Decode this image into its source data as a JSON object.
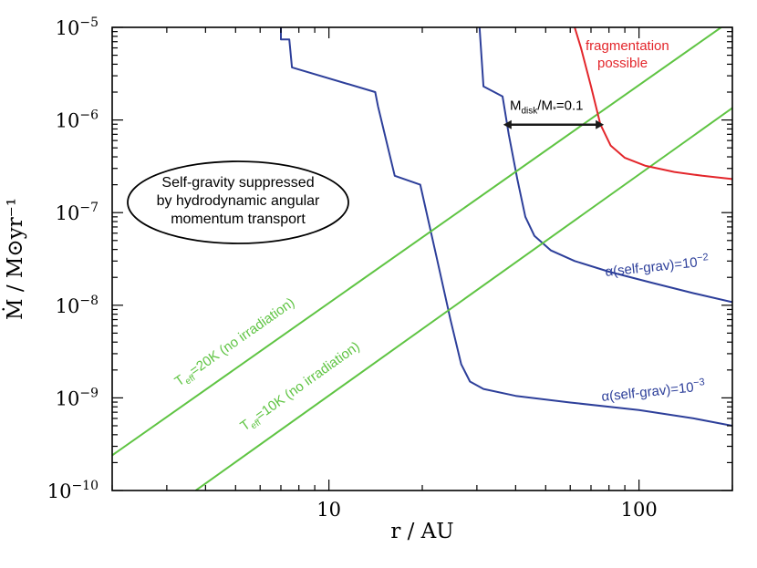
{
  "chart_data": {
    "type": "line",
    "xlabel": "r / AU",
    "ylabel": "Ṁ / M⊙yr⁻¹",
    "xscale": "log",
    "yscale": "log",
    "xlim": [
      2,
      200
    ],
    "ylim": [
      1e-10,
      1e-05
    ],
    "x_ticks": [
      {
        "value": 10,
        "label": "10"
      },
      {
        "value": 100,
        "label": "100"
      }
    ],
    "y_ticks": [
      {
        "value": 1e-05,
        "base": "10",
        "exp": "−5"
      },
      {
        "value": 1e-06,
        "base": "10",
        "exp": "−6"
      },
      {
        "value": 1e-07,
        "base": "10",
        "exp": "−7"
      },
      {
        "value": 1e-08,
        "base": "10",
        "exp": "−8"
      },
      {
        "value": 1e-09,
        "base": "10",
        "exp": "−9"
      },
      {
        "value": 1e-10,
        "base": "10",
        "exp": "−10"
      }
    ],
    "colors": {
      "blue": "#2d3f9a",
      "green": "#5fc443",
      "red": "#e3262b",
      "black": "#1a1a1a"
    },
    "series": [
      {
        "key": "alpha_1e-2",
        "color": "blue",
        "label_main": "α(self-grav)=10",
        "label_exp": "−2",
        "points": [
          [
            30.6,
            1e-05
          ],
          [
            31.5,
            2.3e-06
          ],
          [
            36.3,
            1.8e-06
          ],
          [
            38,
            7e-07
          ],
          [
            40.5,
            2.3e-07
          ],
          [
            43,
            9e-08
          ],
          [
            46,
            5.6e-08
          ],
          [
            52,
            3.9e-08
          ],
          [
            62,
            3e-08
          ],
          [
            80,
            2.3e-08
          ],
          [
            110,
            1.75e-08
          ],
          [
            150,
            1.35e-08
          ],
          [
            200,
            1.08e-08
          ]
        ]
      },
      {
        "key": "alpha_1e-3",
        "color": "blue",
        "label_main": "α(self-grav)=10",
        "label_exp": "−3",
        "points": [
          [
            7.0,
            1e-05
          ],
          [
            7.0,
            7.4e-06
          ],
          [
            7.45,
            7.4e-06
          ],
          [
            7.6,
            3.7e-06
          ],
          [
            14.1,
            2e-06
          ],
          [
            14.4,
            1.4e-06
          ],
          [
            16.3,
            2.5e-07
          ],
          [
            19.7,
            2e-07
          ],
          [
            22.2,
            3.4e-08
          ],
          [
            24.7,
            6.8e-09
          ],
          [
            26.7,
            2.3e-09
          ],
          [
            28.5,
            1.5e-09
          ],
          [
            31.5,
            1.25e-09
          ],
          [
            40,
            1.05e-09
          ],
          [
            60,
            8.9e-10
          ],
          [
            100,
            7.4e-10
          ],
          [
            150,
            6e-10
          ],
          [
            200,
            5e-10
          ]
        ]
      },
      {
        "key": "teff_20K",
        "color": "green",
        "label_main": "T",
        "label_sub": "eff",
        "label_rest": "=20K (no irradiation)",
        "points": [
          [
            2,
            2.4e-10
          ],
          [
            184,
            1e-05
          ]
        ]
      },
      {
        "key": "teff_10K",
        "color": "green",
        "label_main": "T",
        "label_sub": "eff",
        "label_rest": "=10K (no irradiation)",
        "points": [
          [
            3.72,
            1e-10
          ],
          [
            200,
            1.35e-06
          ]
        ]
      },
      {
        "key": "fragmentation",
        "color": "red",
        "label_line1": "fragmentation",
        "label_line2": "possible",
        "points": [
          [
            62,
            1e-05
          ],
          [
            65,
            6e-06
          ],
          [
            70,
            2.3e-06
          ],
          [
            75,
            9e-07
          ],
          [
            81,
            5.3e-07
          ],
          [
            90,
            3.9e-07
          ],
          [
            105,
            3.2e-07
          ],
          [
            130,
            2.75e-07
          ],
          [
            160,
            2.5e-07
          ],
          [
            200,
            2.3e-07
          ]
        ]
      }
    ],
    "arrow": {
      "x_from": 37,
      "x_to": 76,
      "y": 8.9e-07,
      "label_main": "M",
      "label_sub1": "disk",
      "label_mid": "/M",
      "label_sub2": "*",
      "label_rest": "=0.1"
    },
    "region_label": {
      "lines": [
        "Self-gravity suppressed",
        "by hydrodynamic angular",
        "momentum transport"
      ]
    }
  }
}
